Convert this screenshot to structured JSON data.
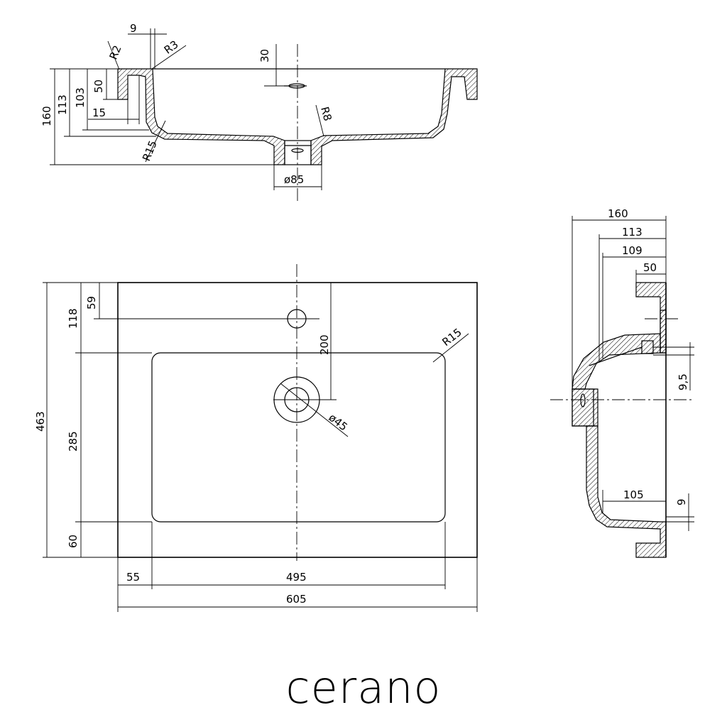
{
  "brand": "cerano",
  "section_view": {
    "dims": {
      "width_9": "9",
      "r2": "R2",
      "r3": "R3",
      "d30": "30",
      "h160": "160",
      "h113": "113",
      "h103": "103",
      "h50": "50",
      "d15": "15",
      "r8": "R8",
      "r15": "R15",
      "dia85": "ø85"
    }
  },
  "plan_view": {
    "dims": {
      "h463": "463",
      "h118": "118",
      "h59": "59",
      "h285": "285",
      "h60": "60",
      "d200": "200",
      "r15": "R15",
      "dia45": "ø45",
      "w55": "55",
      "w495": "495",
      "w605": "605"
    }
  },
  "side_view": {
    "dims": {
      "d160": "160",
      "d113": "113",
      "d109": "109",
      "d50": "50",
      "d9_5": "9,5",
      "d105": "105",
      "d9": "9"
    }
  }
}
